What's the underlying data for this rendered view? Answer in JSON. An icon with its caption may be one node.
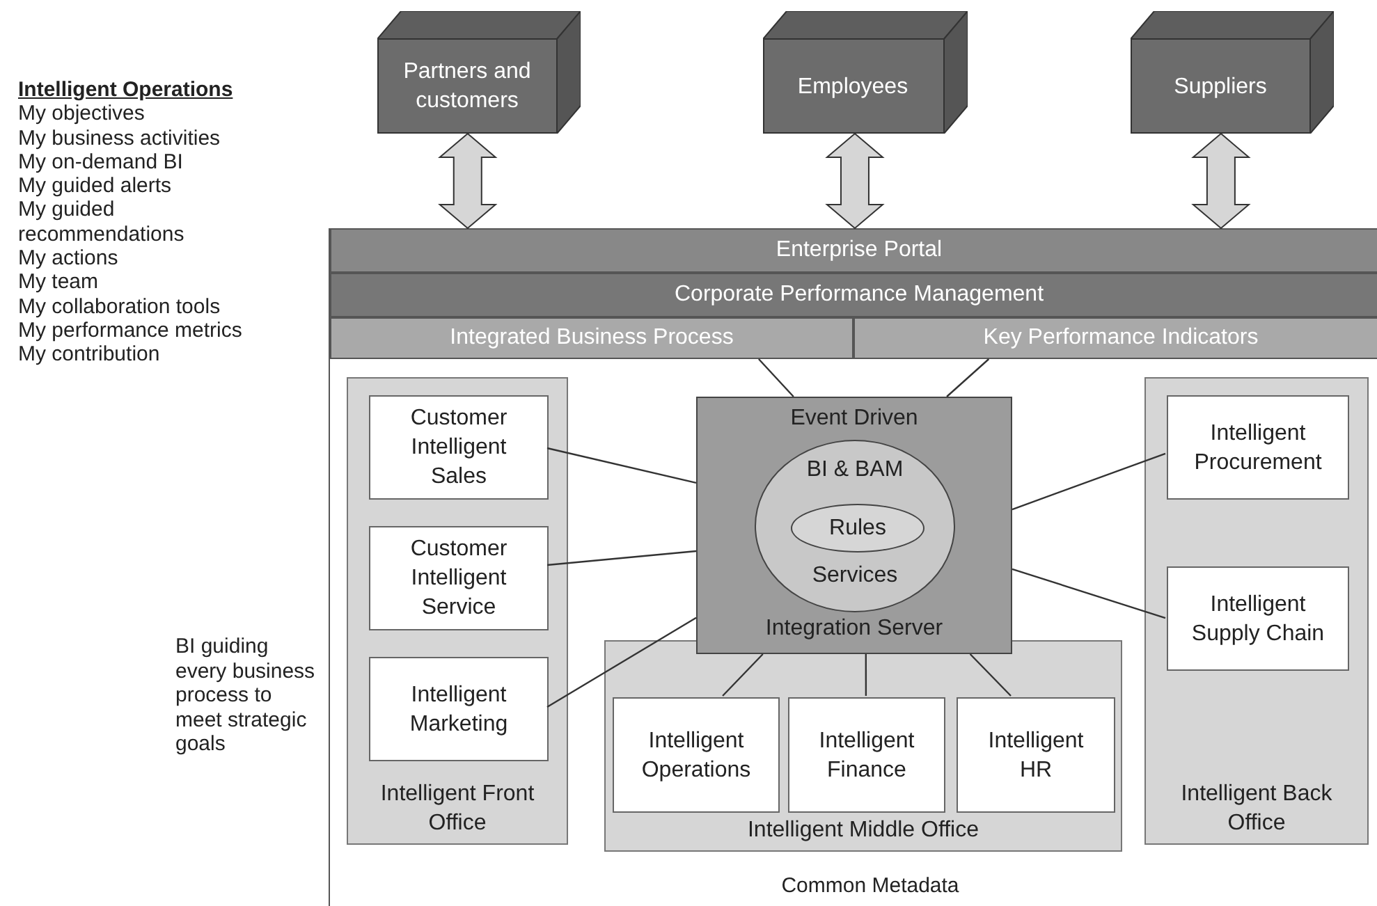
{
  "diagram": {
    "nodes": [
      {
        "text": [
          "Partners and customers"
        ]
      },
      {
        "text": [
          "Employees"
        ]
      },
      {
        "text": [
          "Suppliers"
        ]
      },
      {
        "text": [
          "Enterprise Portal"
        ]
      },
      {
        "text": [
          "Corporate Performance Management"
        ]
      },
      {
        "text": [
          "Integrated Business Process"
        ]
      },
      {
        "text": [
          "Key Performance Indicators"
        ]
      },
      {
        "text": [
          "Intelligent Front Office"
        ]
      },
      {
        "text": [
          "Customer Intelligent Sales"
        ],
        "in": 7
      },
      {
        "text": [
          "Customer Intelligent Service"
        ],
        "in": 7
      },
      {
        "text": [
          "Intelligent Marketing"
        ],
        "in": 7
      },
      {
        "text": [
          "Event Driven",
          "Integration Server"
        ]
      },
      {
        "text": [
          "BI & BAM",
          "Services"
        ],
        "in": 11
      },
      {
        "text": [
          "Rules"
        ],
        "in": 12
      },
      {
        "text": [
          "Intelligent Middle Office"
        ]
      },
      {
        "text": [
          "Intelligent Operations"
        ],
        "in": 14
      },
      {
        "text": [
          "Intelligent Finance"
        ],
        "in": 14
      },
      {
        "text": [
          "Intelligent HR"
        ],
        "in": 14
      },
      {
        "text": [
          "Intelligent Back Office"
        ]
      },
      {
        "text": [
          "Intelligent Procurement"
        ],
        "in": 18
      },
      {
        "text": [
          "Intelligent Supply Chain"
        ],
        "in": 18
      }
    ],
    "edges": [
      {
        "from": 0,
        "to": 3,
        "arrow": "both",
        "style": "thick"
      },
      {
        "from": 1,
        "to": 3,
        "arrow": "both",
        "style": "thick"
      },
      {
        "from": 2,
        "to": 3,
        "arrow": "both",
        "style": "thick"
      },
      {
        "from": 5,
        "to": 11,
        "arrow": "none"
      },
      {
        "from": 6,
        "to": 11,
        "arrow": "none"
      },
      {
        "from": 8,
        "to": 11,
        "arrow": "none"
      },
      {
        "from": 9,
        "to": 11,
        "arrow": "none"
      },
      {
        "from": 10,
        "to": 11,
        "arrow": "none"
      },
      {
        "from": 11,
        "to": 19,
        "arrow": "none"
      },
      {
        "from": 11,
        "to": 20,
        "arrow": "none"
      },
      {
        "from": 11,
        "to": 15,
        "arrow": "none"
      },
      {
        "from": 11,
        "to": 16,
        "arrow": "none"
      },
      {
        "from": 11,
        "to": 17,
        "arrow": "none"
      }
    ],
    "labels": [
      "Intelligent Operations",
      "My objectives",
      "My business activities",
      "My on-demand BI",
      "My guided alerts",
      "My guided recommendations",
      "My actions",
      "My team",
      "My collaboration tools",
      "My performance metrics",
      "My contribution",
      "BI guiding every business process to meet strategic goals",
      "Common Metadata"
    ]
  }
}
